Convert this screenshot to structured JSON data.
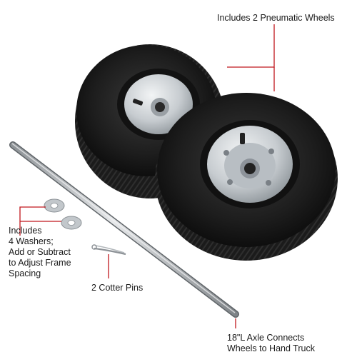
{
  "callouts": {
    "wheels": {
      "lines": [
        "Includes 2 Pneumatic Wheels"
      ]
    },
    "washers": {
      "lines": [
        "Includes",
        "4 Washers;",
        "Add or Subtract",
        "to Adjust Frame",
        "Spacing"
      ]
    },
    "cotter_pins": {
      "lines": [
        "2 Cotter Pins"
      ]
    },
    "axle": {
      "lines": [
        "18\"L Axle Connects",
        "Wheels to Hand Truck"
      ]
    }
  },
  "colors": {
    "leader_line": "#c0161c",
    "tire": "#1c1c1c",
    "hub": "#c9cdd1",
    "axle": "#b9bdc1"
  },
  "icons": {
    "wheels": "pneumatic-wheel",
    "axle": "steel-axle-rod",
    "washers": "flat-washer",
    "pins": "cotter-pin"
  }
}
